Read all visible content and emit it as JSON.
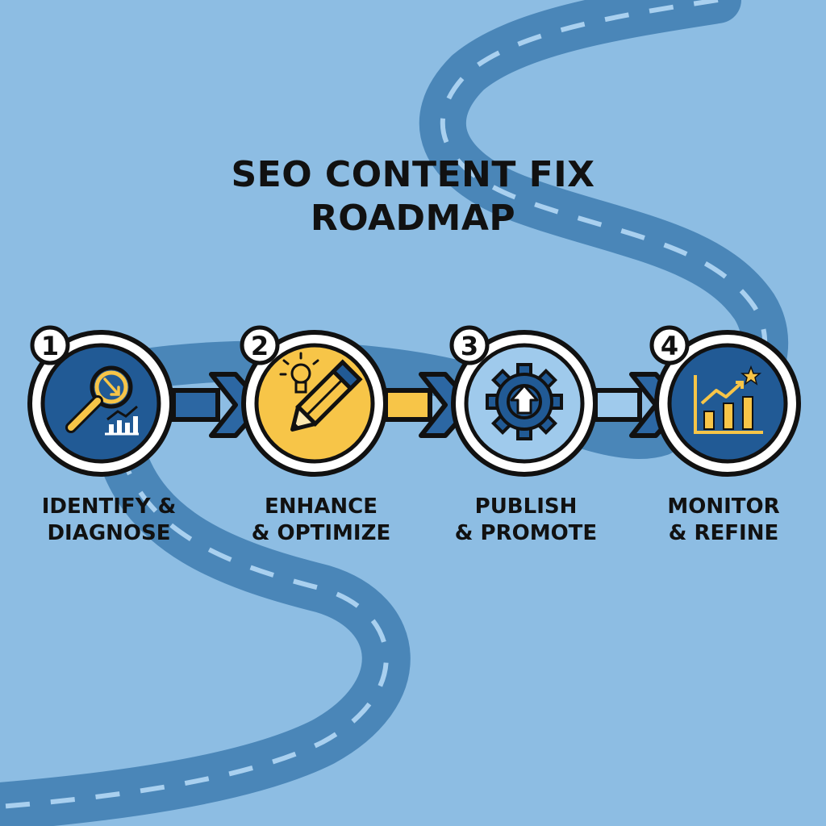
{
  "title": {
    "line1": "SEO CONTENT FIX",
    "line2": "ROADMAP"
  },
  "colors": {
    "background": "#8dbde3",
    "road": "#4a86b8",
    "road_dash": "#a9d0ef",
    "navy": "#215a95",
    "yellow": "#f7c548",
    "light_blue": "#9fcaec",
    "outline": "#111111"
  },
  "steps": [
    {
      "number": "1",
      "line1": "IDENTIFY &",
      "line2": "DIAGNOSE",
      "icon": "magnifier-chart-icon",
      "fill": "navy"
    },
    {
      "number": "2",
      "line1": "ENHANCE",
      "line2": "& OPTIMIZE",
      "icon": "lightbulb-pencil-icon",
      "fill": "yellow"
    },
    {
      "number": "3",
      "line1": "PUBLISH",
      "line2": "& PROMOTE",
      "icon": "gear-upload-icon",
      "fill": "light_blue"
    },
    {
      "number": "4",
      "line1": "MONITOR",
      "line2": "& REFINE",
      "icon": "growth-chart-star-icon",
      "fill": "navy"
    }
  ]
}
